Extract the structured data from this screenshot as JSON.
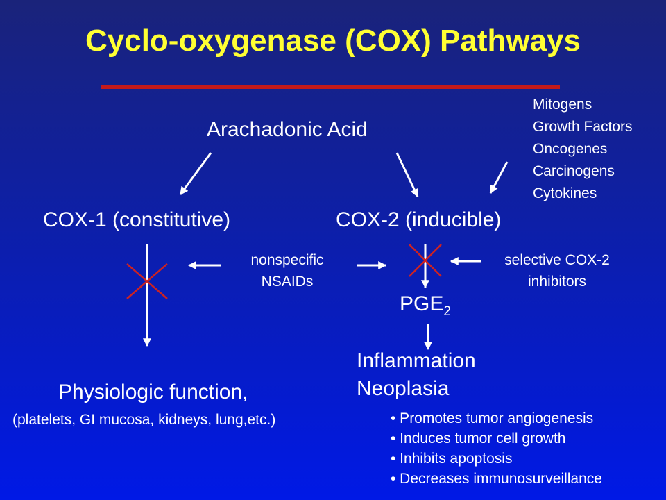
{
  "title": "Cyclo-oxygenase (COX) Pathways",
  "nodes": {
    "arachidonic_acid": "Arachadonic Acid",
    "inducers": [
      "Mitogens",
      "Growth Factors",
      "Oncogenes",
      "Carcinogens",
      "Cytokines"
    ],
    "cox1": "COX-1 (constitutive)",
    "cox2": "COX-2 (inducible)",
    "nsaids": [
      "nonspecific",
      "NSAIDs"
    ],
    "selective": [
      "selective COX-2",
      "inhibitors"
    ],
    "pge2_base": "PGE",
    "pge2_sub": "2",
    "physiologic": "Physiologic function,",
    "physiologic_detail": "(platelets, GI mucosa, kidneys, lung,etc.)",
    "outcomes": [
      "Inflammation",
      "Neoplasia"
    ],
    "neoplasia_effects": [
      "• Promotes tumor angiogenesis",
      "• Induces tumor cell growth",
      "• Inhibits apoptosis",
      "• Decreases immunosurveillance"
    ]
  },
  "colors": {
    "title": "#ffff33",
    "rule": "#c41a1a",
    "inhibition_x": "#cc2222",
    "text": "#ffffff"
  }
}
